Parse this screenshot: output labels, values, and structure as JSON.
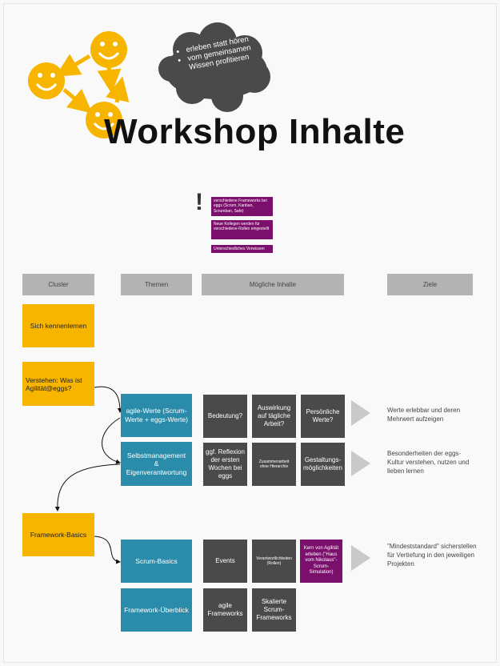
{
  "title": "Workshop Inhalte",
  "cloud": {
    "bullets": [
      "erleben statt hören",
      "vom gemeinsamen Wissen profitieren"
    ]
  },
  "notes": [
    "verschiedene Frameworks bei eggs (Scrum, Kanban, Scrumban, Safe)",
    "Neue Kollegen werden für verschiedene Rollen eingestellt",
    "Unterschiedliches Vorwissen"
  ],
  "headers": {
    "cluster": "Cluster",
    "themen": "Themen",
    "inhalte": "Mögliche Inhalte",
    "ziele": "Ziele"
  },
  "clusters": [
    "Sich kennenlernen",
    "Verstehen: Was ist Agilität@eggs?",
    "Framework-Basics"
  ],
  "themes": [
    "agile-Werte (Scrum-Werte + eggs-Werte)",
    "Selbstmanagement & Eigenverantwortung",
    "Scrum-Basics",
    "Framework-Überblick"
  ],
  "contents": {
    "row1": [
      "Bedeutung?",
      "Auswirkung auf tägliche Arbeit?",
      "Persönliche Werte?"
    ],
    "row2": [
      "ggf. Reflexion der ersten Wochen bei eggs",
      "Zusammenarbeit ohne Hierarchie",
      "Gestaltungs-möglichkeiten"
    ],
    "row3": [
      "Events",
      "Verantwortlichkeiten (Rollen)",
      "Kern von Agilität erleben (\"Haus vom Nikolaus\"-Scrum-Simulation)"
    ],
    "row4": [
      "agile Frameworks",
      "Skalierte Scrum-Frameworks"
    ]
  },
  "goals": [
    "Werte erlebbar und deren Mehrwert aufzeigen",
    "Besonderheiten der eggs-Kultur verstehen, nutzen und lieben lernen",
    "\"Mindeststandard\" sicherstellen für Vertiefung in den jeweiligen Projekten"
  ],
  "colors": {
    "yellow": "#f7b500",
    "teal": "#2a8caa",
    "dark": "#4a4a4a",
    "purple": "#7a0f6c",
    "gray": "#b3b3b3"
  }
}
